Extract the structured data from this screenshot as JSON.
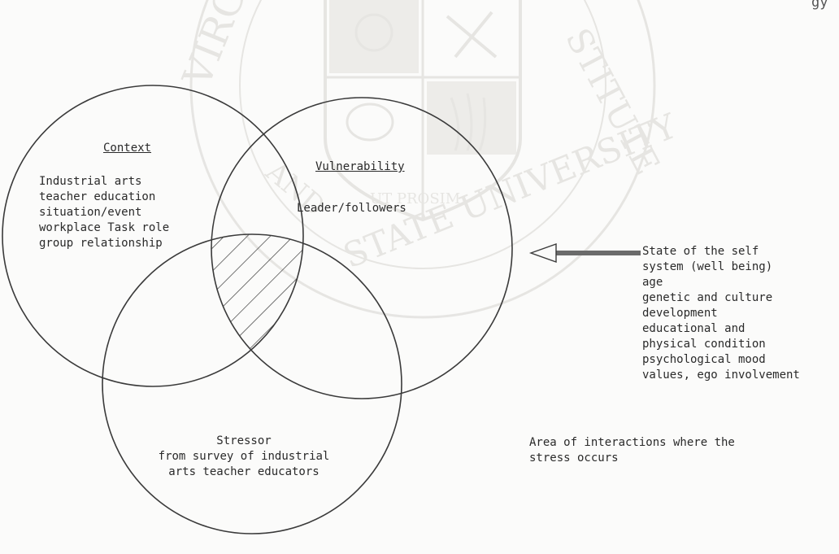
{
  "watermark": {
    "text": "VIRGINIA POLYTECHNIC INSTITUTE AND STATE UNIVERSITY",
    "motto": "UT PROSIM",
    "fragments": [
      "VIRGI",
      "STITUTE",
      "AND",
      "STATE UNIVERSITY",
      "UT PROSIM"
    ]
  },
  "corner_text": "gy",
  "circles": {
    "context": {
      "title": "Context",
      "lines": [
        "Industrial arts",
        "teacher education",
        "situation/event",
        "workplace Task role",
        "group relationship"
      ]
    },
    "vulnerability": {
      "title": "Vulnerability",
      "lines": [
        "Leader/followers"
      ]
    },
    "stressor": {
      "lines": [
        "Stressor",
        "from survey of industrial",
        "arts teacher educators"
      ]
    }
  },
  "self_state": {
    "lines": [
      "State of the self",
      "system (well being)",
      "age",
      "genetic and culture",
      "development",
      "educational and",
      "physical condition",
      "psychological mood",
      "values, ego involvement"
    ]
  },
  "legend_note": {
    "lines": [
      "Area of interactions where the",
      "stress occurs"
    ]
  },
  "colors": {
    "line": "#3a3a3a",
    "watermark": "#d6d4cf",
    "arrow": "#6b6b6b"
  }
}
